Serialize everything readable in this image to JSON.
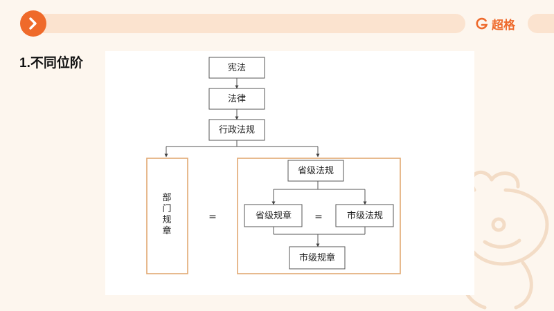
{
  "header": {
    "brand_name": "超格",
    "accent_color": "#ef6a2a",
    "nav_icon": "chevron-right-icon",
    "brand_icon": "brand-g-icon"
  },
  "section": {
    "title": "1.不同位阶"
  },
  "diagram": {
    "nodes": {
      "constitution": "宪法",
      "law": "法律",
      "admin_regulation": "行政法规",
      "dept_rules_chars": [
        "部",
        "门",
        "规",
        "章"
      ],
      "provincial_regulation": "省级法规",
      "provincial_rules": "省级规章",
      "municipal_regulation": "市级法规",
      "municipal_rules": "市级规章"
    },
    "equals_left": "=",
    "equals_inner": "=",
    "frame_color": "#e1a872"
  }
}
